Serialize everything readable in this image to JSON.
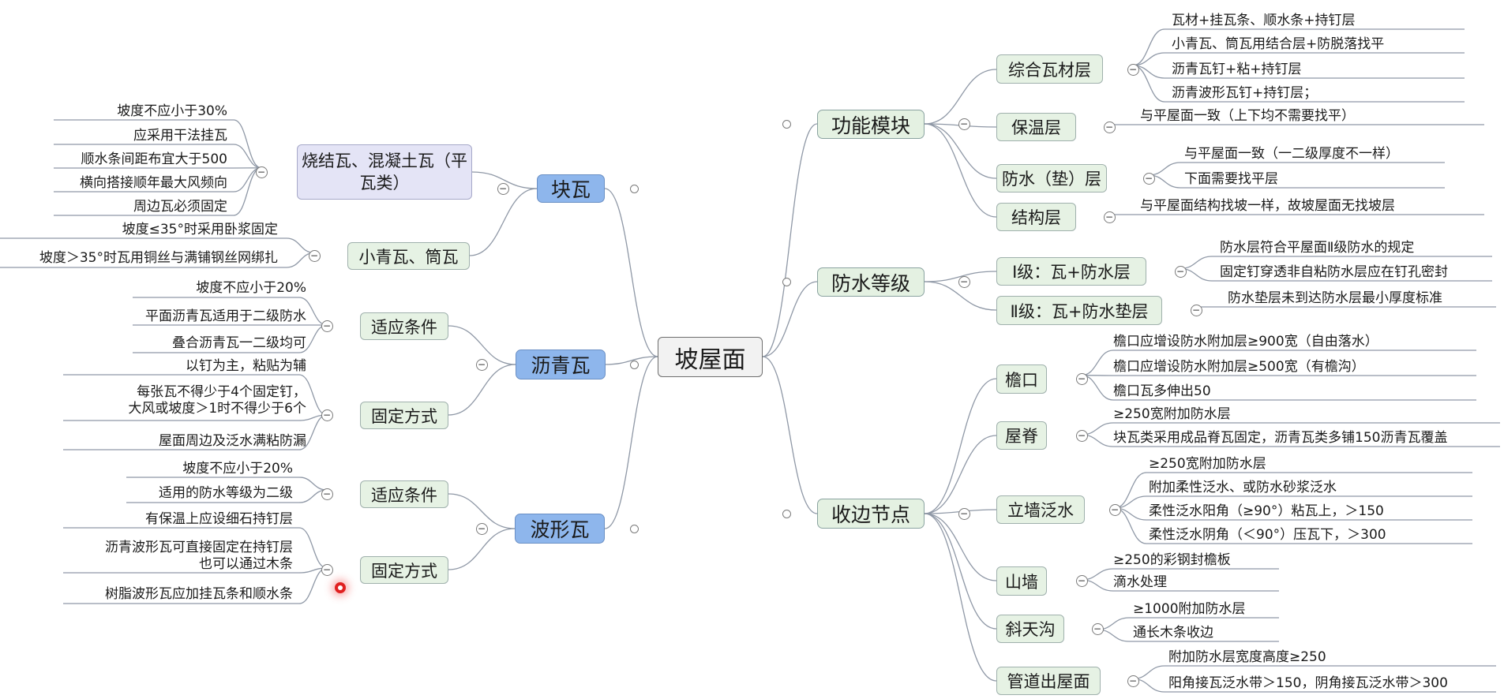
{
  "root": "坡屋面",
  "branches": {
    "kuaiwa": {
      "label": "块瓦",
      "shaojie": {
        "label": "烧结瓦、混凝土瓦（平瓦类）",
        "leaves": [
          "坡度不应小于30%",
          "应采用干法挂瓦",
          "顺水条间距布宜大于500",
          "横向搭接顺年最大风频向",
          "周边瓦必须固定"
        ]
      },
      "xiaoqing": {
        "label": "小青瓦、筒瓦",
        "leaves": [
          "坡度≤35°时采用卧浆固定",
          "坡度＞35°时瓦用铜丝与满铺钢丝网绑扎"
        ]
      }
    },
    "liqing": {
      "label": "沥青瓦",
      "shiying": {
        "label": "适应条件",
        "leaves": [
          "坡度不应小于20%",
          "平面沥青瓦适用于二级防水",
          "叠合沥青瓦一二级均可"
        ]
      },
      "guding": {
        "label": "固定方式",
        "leaves": [
          "以钉为主，粘贴为辅",
          "每张瓦不得少于4个固定钉，\n大风或坡度＞1时不得少于6个",
          "屋面周边及泛水满粘防漏"
        ]
      }
    },
    "boxing": {
      "label": "波形瓦",
      "shiying": {
        "label": "适应条件",
        "leaves": [
          "坡度不应小于20%",
          "适用的防水等级为二级"
        ]
      },
      "guding": {
        "label": "固定方式",
        "leaves": [
          "有保温上应设细石持钉层",
          "沥青波形瓦可直接固定在持钉层\n也可以通过木条",
          "树脂波形瓦应加挂瓦条和顺水条"
        ]
      }
    },
    "gongneng": {
      "label": "功能模块",
      "zonghe": {
        "label": "综合瓦材层",
        "leaves": [
          "瓦材+挂瓦条、顺水条+持钉层",
          "小青瓦、筒瓦用结合层+防脱落找平",
          "沥青瓦钉+粘+持钉层",
          "沥青波形瓦钉+持钉层；"
        ]
      },
      "baowen": {
        "label": "保温层",
        "leaves": [
          "与平屋面一致（上下均不需要找平）"
        ]
      },
      "fangshui": {
        "label": "防水（垫）层",
        "leaves": [
          "与平屋面一致（一二级厚度不一样）",
          "下面需要找平层"
        ]
      },
      "jiegou": {
        "label": "结构层",
        "leaves": [
          "与平屋面结构找坡一样，故坡屋面无找坡层"
        ]
      }
    },
    "dengji": {
      "label": "防水等级",
      "yiji": {
        "label": "Ⅰ级：瓦+防水层",
        "leaves": [
          "防水层符合平屋面Ⅱ级防水的规定",
          "固定钉穿透非自粘防水层应在钉孔密封"
        ]
      },
      "erji": {
        "label": "Ⅱ级：瓦+防水垫层",
        "leaves": [
          "防水垫层未到达防水层最小厚度标准"
        ]
      }
    },
    "shoubian": {
      "label": "收边节点",
      "yankou": {
        "label": "檐口",
        "leaves": [
          "檐口应增设防水附加层≥900宽（自由落水）",
          "檐口应增设防水附加层≥500宽（有檐沟）",
          "檐口瓦多伸出50"
        ]
      },
      "wuji": {
        "label": "屋脊",
        "leaves": [
          "≥250宽附加防水层",
          "块瓦类采用成品脊瓦固定，沥青瓦类多铺150沥青瓦覆盖"
        ]
      },
      "liqiang": {
        "label": "立墙泛水",
        "leaves": [
          "≥250宽附加防水层",
          "附加柔性泛水、或防水砂浆泛水",
          "柔性泛水阳角（≥90°）粘瓦上，＞150",
          "柔性泛水阴角（＜90°）压瓦下，＞300"
        ]
      },
      "shanqiang": {
        "label": "山墙",
        "leaves": [
          "≥250的彩钢封檐板",
          "滴水处理"
        ]
      },
      "xietiangou": {
        "label": "斜天沟",
        "leaves": [
          "≥1000附加防水层",
          "通长木条收边"
        ]
      },
      "guandao": {
        "label": "管道出屋面",
        "leaves": [
          "附加防水层宽度高度≥250",
          "阳角接瓦泛水带＞150，阴角接瓦泛水带＞300"
        ]
      }
    }
  },
  "toggle_symbol": "−"
}
